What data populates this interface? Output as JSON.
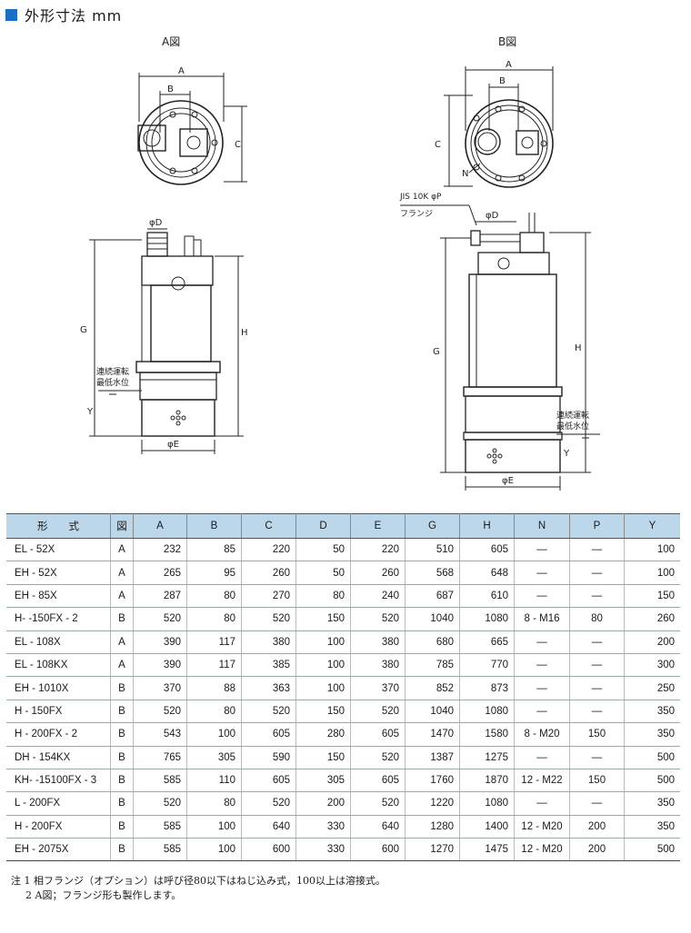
{
  "page": {
    "title": "外形寸法 mm"
  },
  "figures": {
    "a": {
      "label": "A図",
      "dims": {
        "A": "A",
        "B": "B",
        "C": "C",
        "D": "φD",
        "G": "G",
        "H": "H",
        "Y": "Y",
        "E": "φE"
      },
      "water_level": [
        "連続運転",
        "最低水位"
      ]
    },
    "b": {
      "label": "B図",
      "dims": {
        "A": "A",
        "B": "B",
        "C": "C",
        "N": "N",
        "D": "φD",
        "G": "G",
        "H": "H",
        "Y": "Y",
        "E": "φE"
      },
      "flange": [
        "JIS 10K φP",
        "フランジ"
      ],
      "water_level": [
        "連続運転",
        "最低水位"
      ]
    }
  },
  "table": {
    "headers": [
      "形　　式",
      "図",
      "A",
      "B",
      "C",
      "D",
      "E",
      "G",
      "H",
      "N",
      "P",
      "Y"
    ],
    "rows": [
      [
        "EL - 52X",
        "A",
        "232",
        "85",
        "220",
        "50",
        "220",
        "510",
        "605",
        "—",
        "—",
        "100"
      ],
      [
        "EH - 52X",
        "A",
        "265",
        "95",
        "260",
        "50",
        "260",
        "568",
        "648",
        "—",
        "—",
        "100"
      ],
      [
        "EH - 85X",
        "A",
        "287",
        "80",
        "270",
        "80",
        "240",
        "687",
        "610",
        "—",
        "—",
        "150"
      ],
      [
        "H- -150FX - 2",
        "B",
        "520",
        "80",
        "520",
        "150",
        "520",
        "1040",
        "1080",
        "8 - M16",
        "80",
        "260"
      ],
      [
        "EL - 108X",
        "A",
        "390",
        "117",
        "380",
        "100",
        "380",
        "680",
        "665",
        "—",
        "—",
        "200"
      ],
      [
        "EL - 108KX",
        "A",
        "390",
        "117",
        "385",
        "100",
        "380",
        "785",
        "770",
        "—",
        "—",
        "300"
      ],
      [
        "EH - 1010X",
        "B",
        "370",
        "88",
        "363",
        "100",
        "370",
        "852",
        "873",
        "—",
        "—",
        "250"
      ],
      [
        "H - 150FX",
        "B",
        "520",
        "80",
        "520",
        "150",
        "520",
        "1040",
        "1080",
        "—",
        "—",
        "350"
      ],
      [
        "H - 200FX - 2",
        "B",
        "543",
        "100",
        "605",
        "280",
        "605",
        "1470",
        "1580",
        "8 - M20",
        "150",
        "350"
      ],
      [
        "DH - 154KX",
        "B",
        "765",
        "305",
        "590",
        "150",
        "520",
        "1387",
        "1275",
        "—",
        "—",
        "500"
      ],
      [
        "KH- -15100FX - 3",
        "B",
        "585",
        "110",
        "605",
        "305",
        "605",
        "1760",
        "1870",
        "12 - M22",
        "150",
        "500"
      ],
      [
        "L - 200FX",
        "B",
        "520",
        "80",
        "520",
        "200",
        "520",
        "1220",
        "1080",
        "—",
        "—",
        "350"
      ],
      [
        "H - 200FX",
        "B",
        "585",
        "100",
        "640",
        "330",
        "640",
        "1280",
        "1400",
        "12 - M20",
        "200",
        "350"
      ],
      [
        "EH - 2075X",
        "B",
        "585",
        "100",
        "600",
        "330",
        "600",
        "1270",
        "1475",
        "12 - M20",
        "200",
        "500"
      ]
    ]
  },
  "notes": [
    "注 1 相フランジ（オプション）は呼び径80以下はねじ込み式，100以上は溶接式。",
    "2 A図；フランジ形も製作します。"
  ]
}
